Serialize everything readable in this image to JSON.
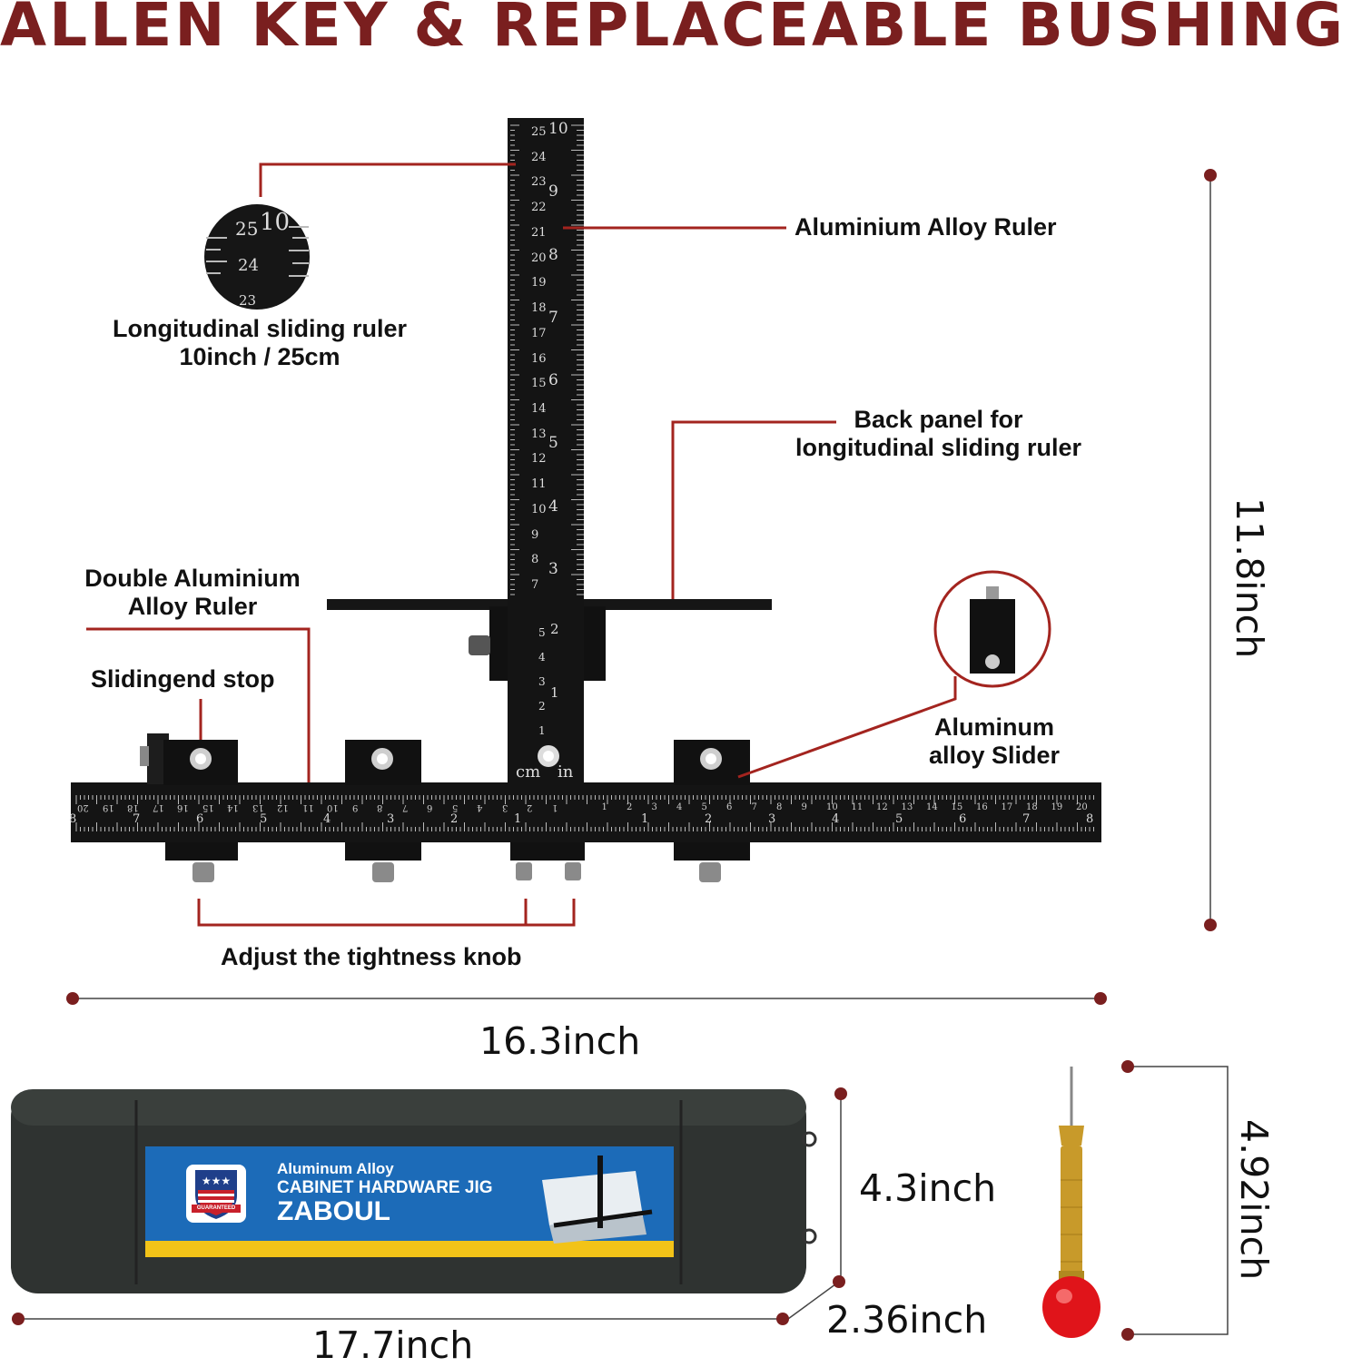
{
  "title": "ALLEN KEY & REPLACEABLE BUSHING",
  "labels": {
    "aluminium_alloy_ruler": "Aluminium Alloy Ruler",
    "longitudinal_ruler_line1": "Longitudinal sliding ruler",
    "longitudinal_ruler_line2": "10inch / 25cm",
    "back_panel_line1": "Back panel for",
    "back_panel_line2": "longitudinal sliding ruler",
    "double_ruler_line1": "Double Aluminium",
    "double_ruler_line2": "Alloy Ruler",
    "slidingend_stop": "Slidingend stop",
    "aluminum_slider_line1": "Aluminum",
    "aluminum_slider_line2": "alloy Slider",
    "adjust_knob": "Adjust the tightness knob"
  },
  "dimensions": {
    "ruler_height": "11.8inch",
    "ruler_width": "16.3inch",
    "case_height": "4.3inch",
    "case_depth": "2.36inch",
    "case_width": "17.7inch",
    "punch_length": "4.92inch"
  },
  "case": {
    "line1": "Aluminum Alloy",
    "line2": "CABINET HARDWARE JIG",
    "brand": "ZABOUL",
    "badge_text": "GUARANTEED"
  },
  "ruler_marks": {
    "unit_cm": "cm",
    "unit_in": "in",
    "zoom_top_cm": "25",
    "zoom_top_in": "10",
    "zoom_mid_cm": "24",
    "zoom_low_cm": "23",
    "vertical_cm": [
      "25",
      "24",
      "23",
      "22",
      "21",
      "20",
      "19",
      "18",
      "17",
      "16",
      "15",
      "14",
      "13",
      "12",
      "11",
      "10",
      "9",
      "8",
      "7"
    ],
    "vertical_in": [
      "10",
      "9",
      "8",
      "7",
      "6",
      "5",
      "4",
      "3"
    ],
    "lower_cm": [
      "5",
      "4",
      "3",
      "2",
      "1"
    ],
    "lower_in": [
      "2",
      "1"
    ]
  },
  "colors": {
    "accent": "#7a1f1f",
    "leader": "#a3241f",
    "ruler": "#111111",
    "case": "#2f3331",
    "label_blue": "#1c6bb8",
    "label_yellow": "#f2c318",
    "punch_gold": "#c89a2a",
    "punch_red": "#e0141a"
  }
}
